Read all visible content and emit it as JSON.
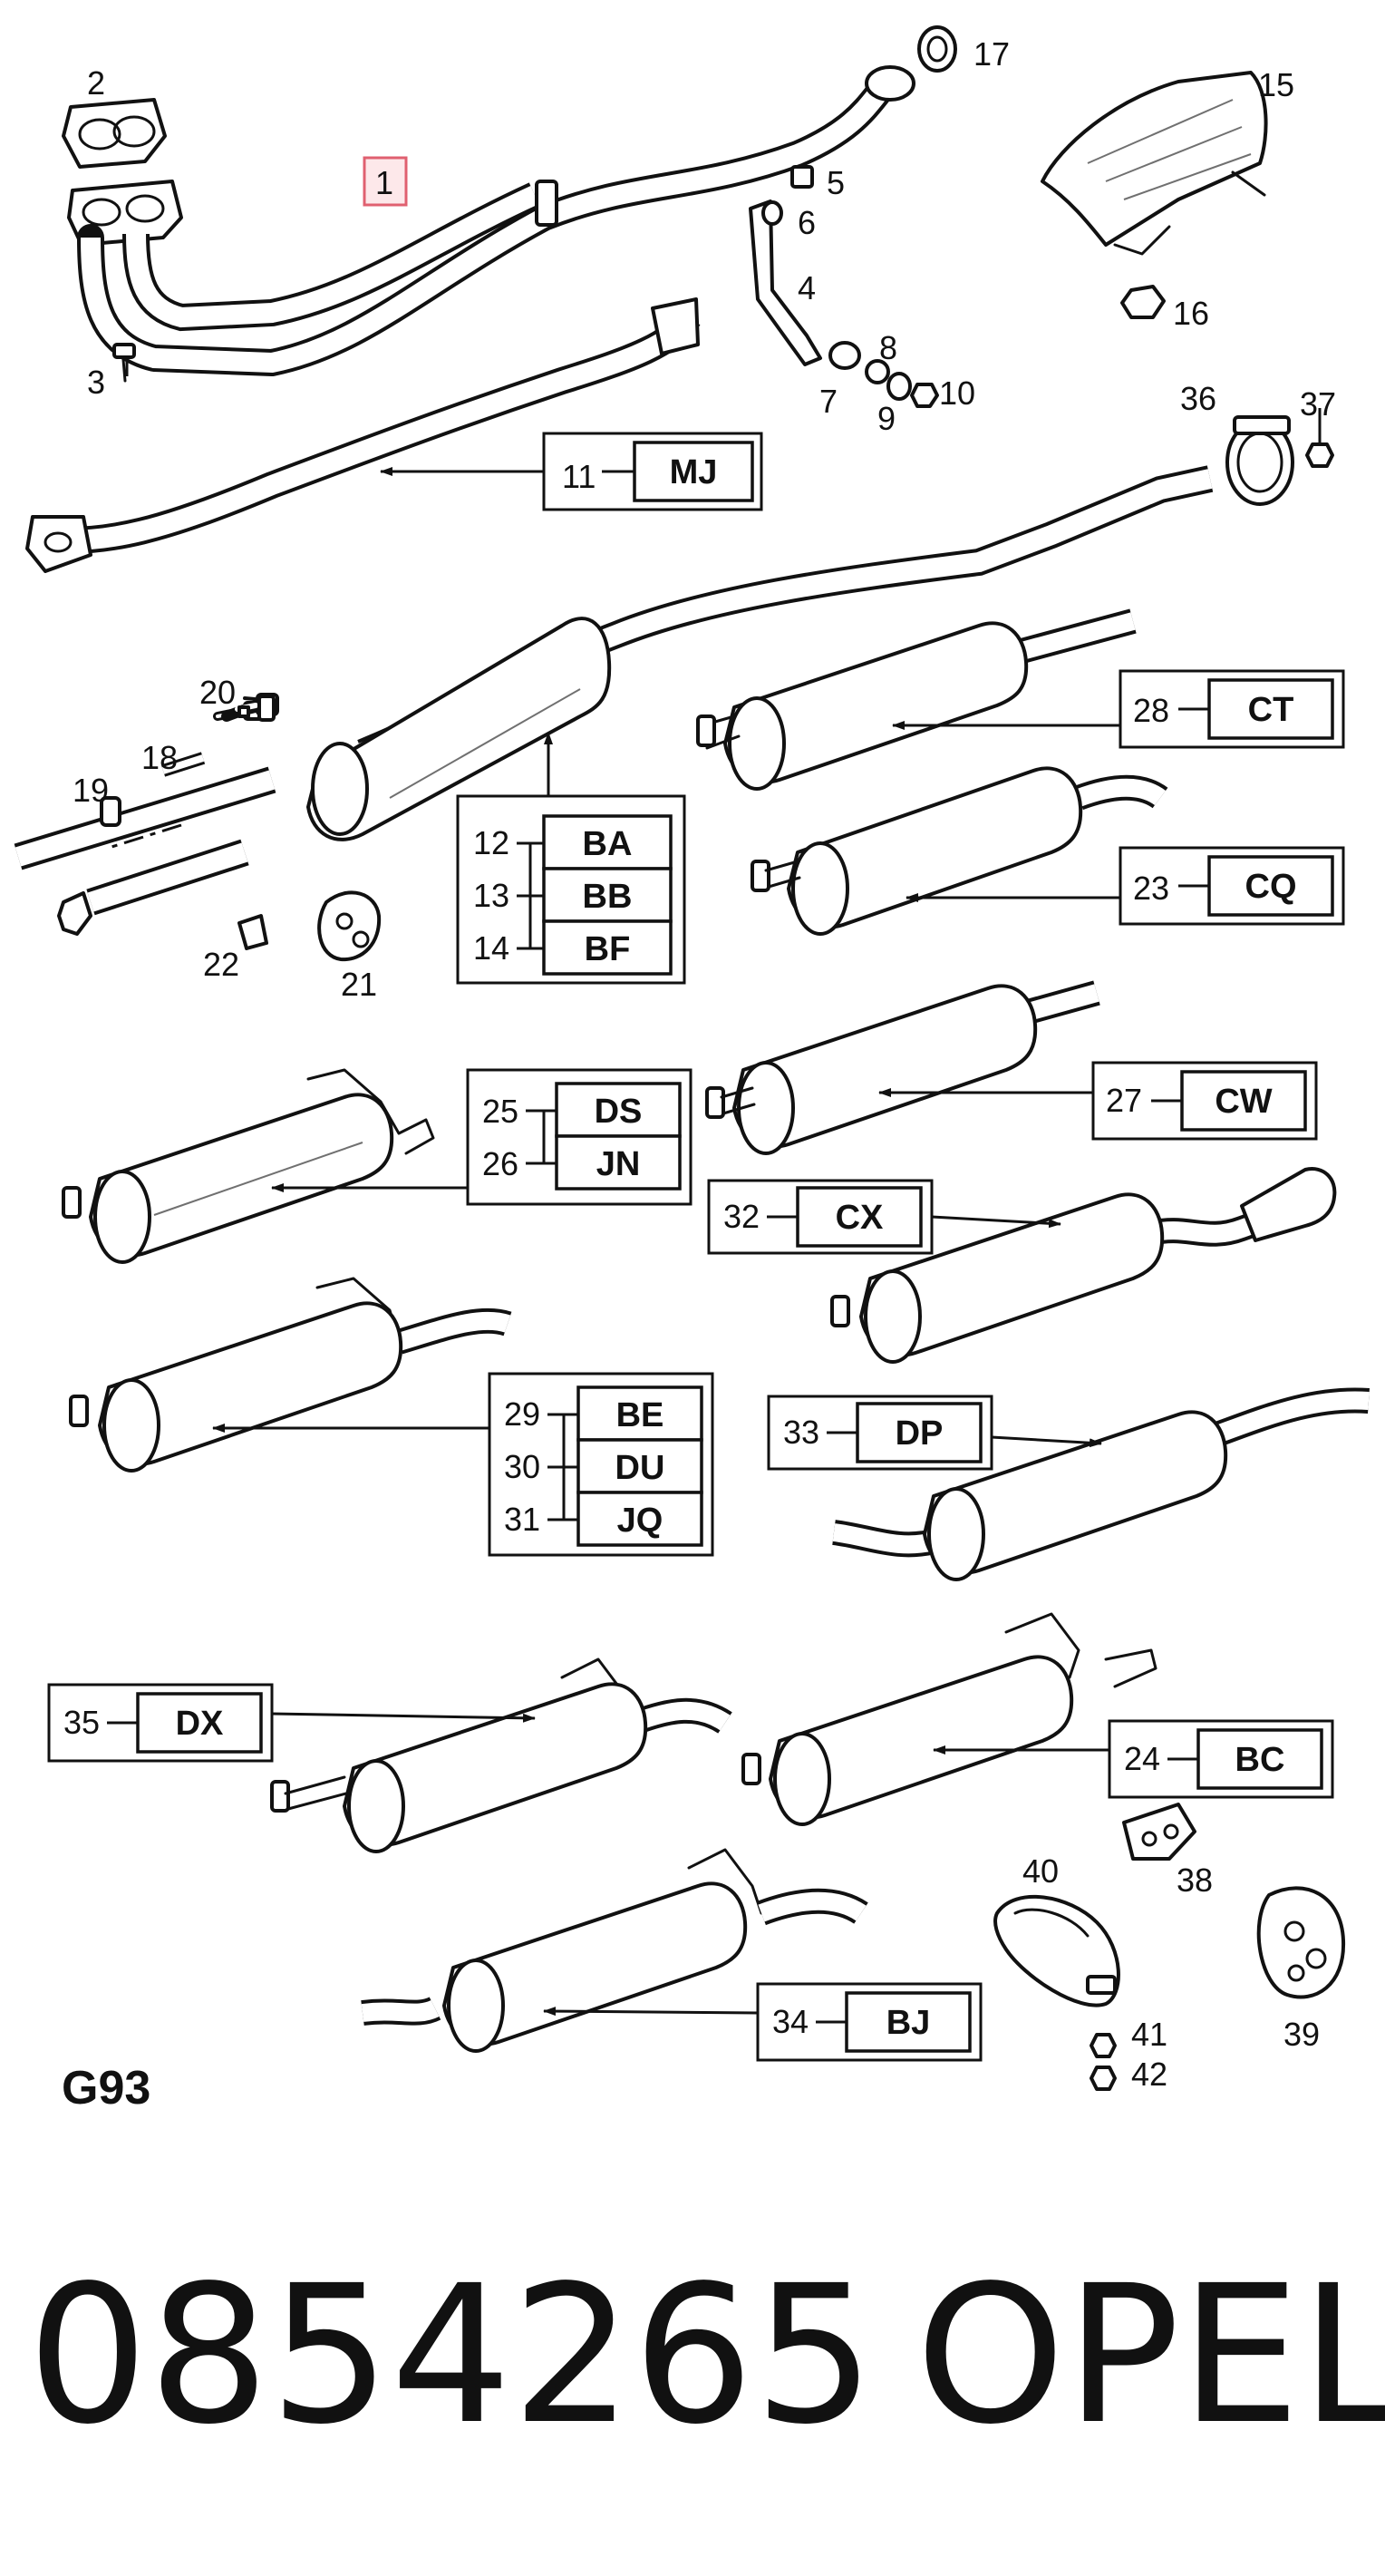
{
  "diagram": {
    "section_code": "G93",
    "part_number": "0854265",
    "brand": "OPEL",
    "callouts": [
      {
        "id": "c1",
        "text": "1"
      },
      {
        "id": "c2",
        "text": "2"
      },
      {
        "id": "c3",
        "text": "3"
      },
      {
        "id": "c4",
        "text": "4"
      },
      {
        "id": "c5",
        "text": "5"
      },
      {
        "id": "c6",
        "text": "6"
      },
      {
        "id": "c7",
        "text": "7"
      },
      {
        "id": "c8",
        "text": "8"
      },
      {
        "id": "c9",
        "text": "9"
      },
      {
        "id": "c10",
        "text": "10"
      },
      {
        "id": "c11",
        "text": "11"
      },
      {
        "id": "c12",
        "text": "12"
      },
      {
        "id": "c13",
        "text": "13"
      },
      {
        "id": "c14",
        "text": "14"
      },
      {
        "id": "c15",
        "text": "15"
      },
      {
        "id": "c16",
        "text": "16"
      },
      {
        "id": "c17",
        "text": "17"
      },
      {
        "id": "c18",
        "text": "18"
      },
      {
        "id": "c19",
        "text": "19"
      },
      {
        "id": "c20",
        "text": "20"
      },
      {
        "id": "c21",
        "text": "21"
      },
      {
        "id": "c22",
        "text": "22"
      },
      {
        "id": "c23",
        "text": "23"
      },
      {
        "id": "c24",
        "text": "24"
      },
      {
        "id": "c25",
        "text": "25"
      },
      {
        "id": "c26",
        "text": "26"
      },
      {
        "id": "c27",
        "text": "27"
      },
      {
        "id": "c28",
        "text": "28"
      },
      {
        "id": "c29",
        "text": "29"
      },
      {
        "id": "c30",
        "text": "30"
      },
      {
        "id": "c31",
        "text": "31"
      },
      {
        "id": "c32",
        "text": "32"
      },
      {
        "id": "c33",
        "text": "33"
      },
      {
        "id": "c34",
        "text": "34"
      },
      {
        "id": "c35",
        "text": "35"
      },
      {
        "id": "c36",
        "text": "36"
      },
      {
        "id": "c37",
        "text": "37"
      },
      {
        "id": "c38",
        "text": "38"
      },
      {
        "id": "c39",
        "text": "39"
      },
      {
        "id": "c40",
        "text": "40"
      },
      {
        "id": "c41",
        "text": "41"
      },
      {
        "id": "c42",
        "text": "42"
      }
    ],
    "codes": [
      {
        "id": "MJ",
        "text": "MJ"
      },
      {
        "id": "BA",
        "text": "BA"
      },
      {
        "id": "BB",
        "text": "BB"
      },
      {
        "id": "BF",
        "text": "BF"
      },
      {
        "id": "CT",
        "text": "CT"
      },
      {
        "id": "CQ",
        "text": "CQ"
      },
      {
        "id": "DS",
        "text": "DS"
      },
      {
        "id": "JN",
        "text": "JN"
      },
      {
        "id": "CW",
        "text": "CW"
      },
      {
        "id": "CX",
        "text": "CX"
      },
      {
        "id": "BE",
        "text": "BE"
      },
      {
        "id": "DU",
        "text": "DU"
      },
      {
        "id": "JQ",
        "text": "JQ"
      },
      {
        "id": "DP",
        "text": "DP"
      },
      {
        "id": "DX",
        "text": "DX"
      },
      {
        "id": "BC",
        "text": "BC"
      },
      {
        "id": "BJ",
        "text": "BJ"
      }
    ]
  }
}
